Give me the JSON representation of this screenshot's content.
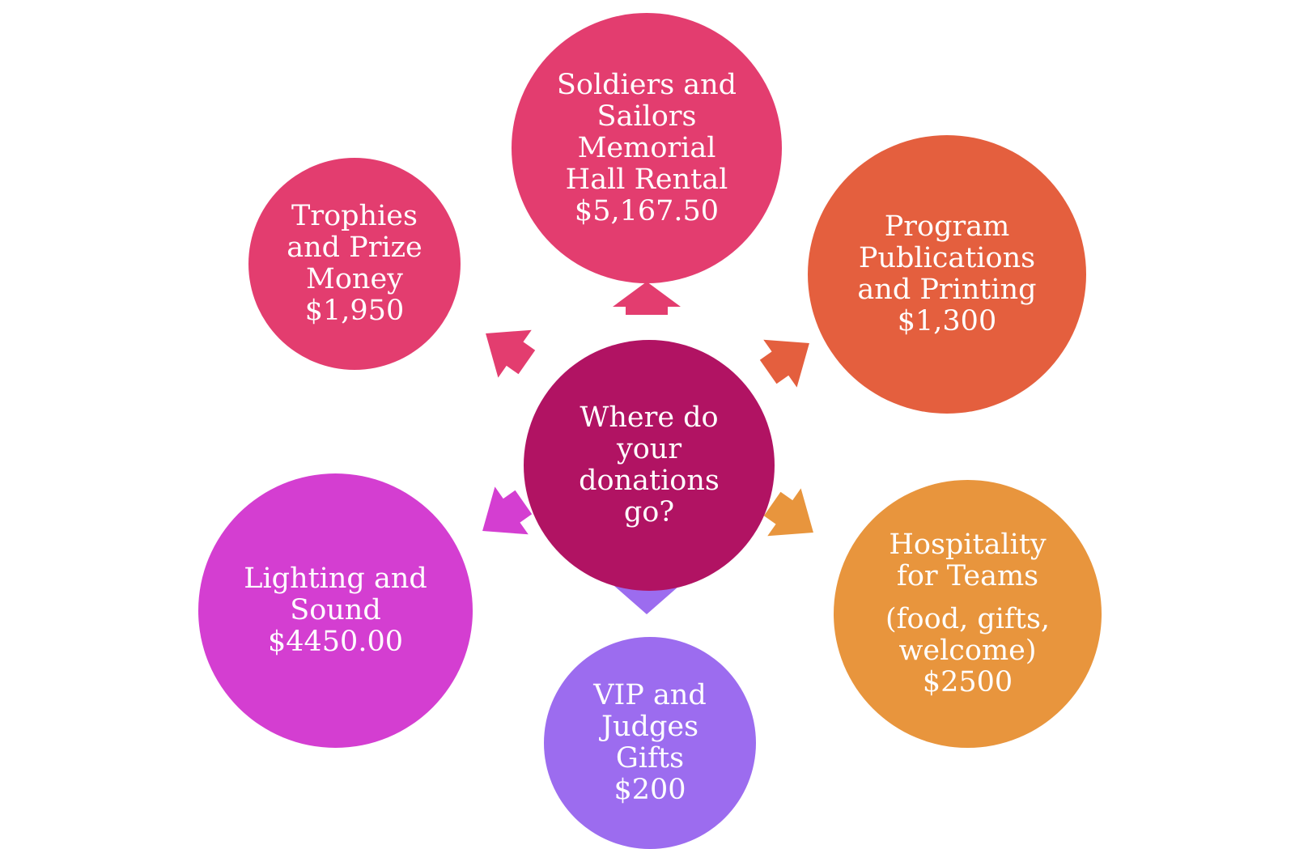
{
  "colors": {
    "center": "#b11363",
    "top": "#e33d6f",
    "top_left": "#e33d6f",
    "right_top": "#e45f3e",
    "right_bottom": "#e8953d",
    "bottom": "#9c6cef",
    "left_bottom": "#d43ed1"
  },
  "center": {
    "lines": [
      "Where do",
      "your",
      "donations",
      "go?"
    ]
  },
  "nodes": {
    "top": {
      "lines": [
        "Soldiers and",
        "Sailors",
        "Memorial",
        "Hall Rental",
        "$5,167.50"
      ]
    },
    "top_left": {
      "lines": [
        "Trophies",
        "and Prize",
        "Money",
        "$1,950"
      ]
    },
    "right_top": {
      "lines": [
        "Program",
        "Publications",
        "and Printing",
        "$1,300"
      ]
    },
    "right_bottom": {
      "lines_a": [
        "Hospitality",
        "for Teams"
      ],
      "lines_b": [
        "(food, gifts,",
        "welcome)",
        "$2500"
      ]
    },
    "bottom": {
      "lines": [
        "VIP and",
        "Judges",
        "Gifts",
        "$200"
      ]
    },
    "left_bottom": {
      "lines": [
        "Lighting and",
        "Sound",
        "$4450.00"
      ]
    }
  }
}
